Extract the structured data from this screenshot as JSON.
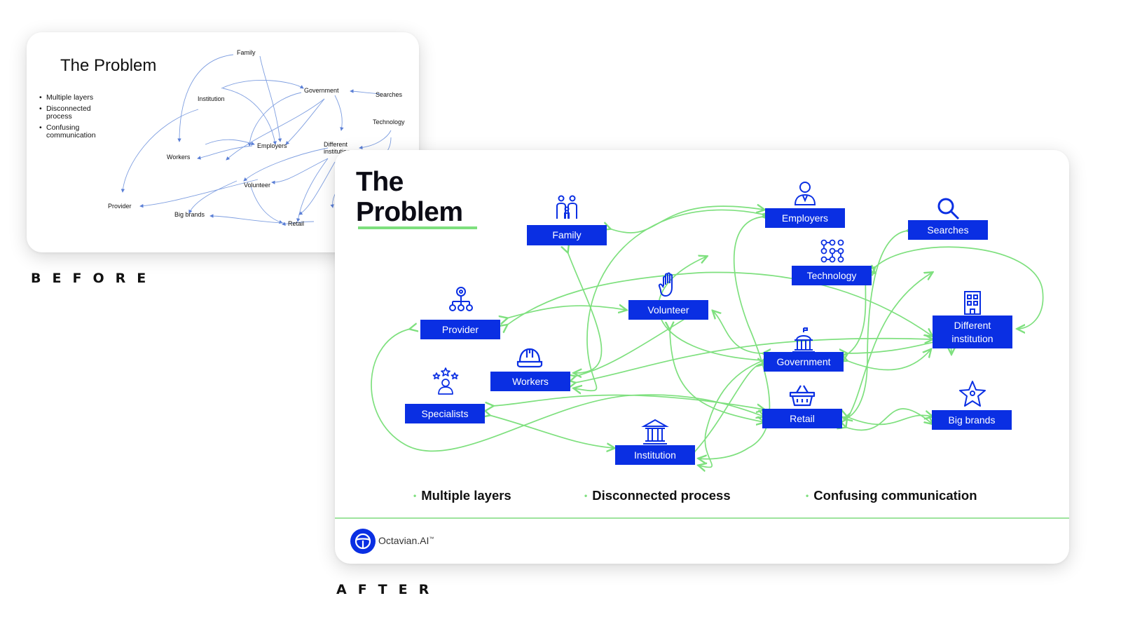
{
  "captions": {
    "before": "BEFORE",
    "after": "AFTER"
  },
  "before": {
    "title": "The Problem",
    "bullets": [
      "Multiple layers",
      "Disconnected process",
      "Confusing communication"
    ],
    "nodes": {
      "family": "Family",
      "institution": "Institution",
      "government": "Government",
      "searches": "Searches",
      "technology": "Technology",
      "workers": "Workers",
      "employers": "Employers",
      "different": "Different institution",
      "volunteer": "Volunteer",
      "provider": "Provider",
      "big_brands": "Big brands",
      "retail": "Retail"
    }
  },
  "after": {
    "title_line1": "The",
    "title_line2": "Problem",
    "nodes": {
      "family": "Family",
      "employers": "Employers",
      "searches": "Searches",
      "technology": "Technology",
      "volunteer": "Volunteer",
      "provider": "Provider",
      "different_line1": "Different",
      "different_line2": "institution",
      "government": "Government",
      "workers": "Workers",
      "specialists": "Specialists",
      "retail": "Retail",
      "big_brands": "Big brands",
      "institution": "Institution"
    },
    "bullets": [
      "Multiple layers",
      "Disconnected process",
      "Confusing communication"
    ],
    "logo": {
      "name": "Octavian.AI",
      "tm": "™"
    }
  },
  "colors": {
    "node_blue": "#0a2fe3",
    "accent_green": "#7ee07e",
    "before_arrow": "#5b7fd6"
  }
}
